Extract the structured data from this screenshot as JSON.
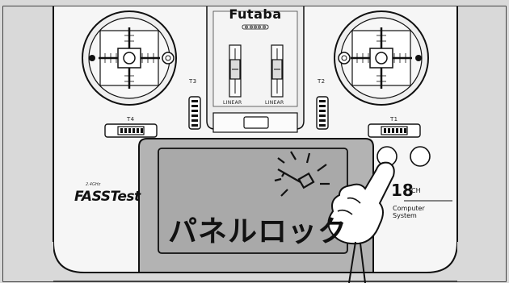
{
  "brand": "Futaba",
  "switch_labels": {
    "left": "LINEAR",
    "right": "LINEAR"
  },
  "trim_labels": {
    "t1": "T1",
    "t2": "T2",
    "t3": "T3",
    "t4": "T4"
  },
  "screen_text": "パネルロック",
  "model": {
    "channels": "18",
    "ch_suffix": "CH",
    "line1": "Computer",
    "line2": "System"
  },
  "logo": {
    "main": "FASSTest",
    "top": "2.4GHz"
  },
  "colors": {
    "body": "#f6f6f6",
    "panel": "#b3b3b3",
    "screen": "#a9a9a9",
    "outline": "#111111",
    "background": "#d9d9d9"
  }
}
